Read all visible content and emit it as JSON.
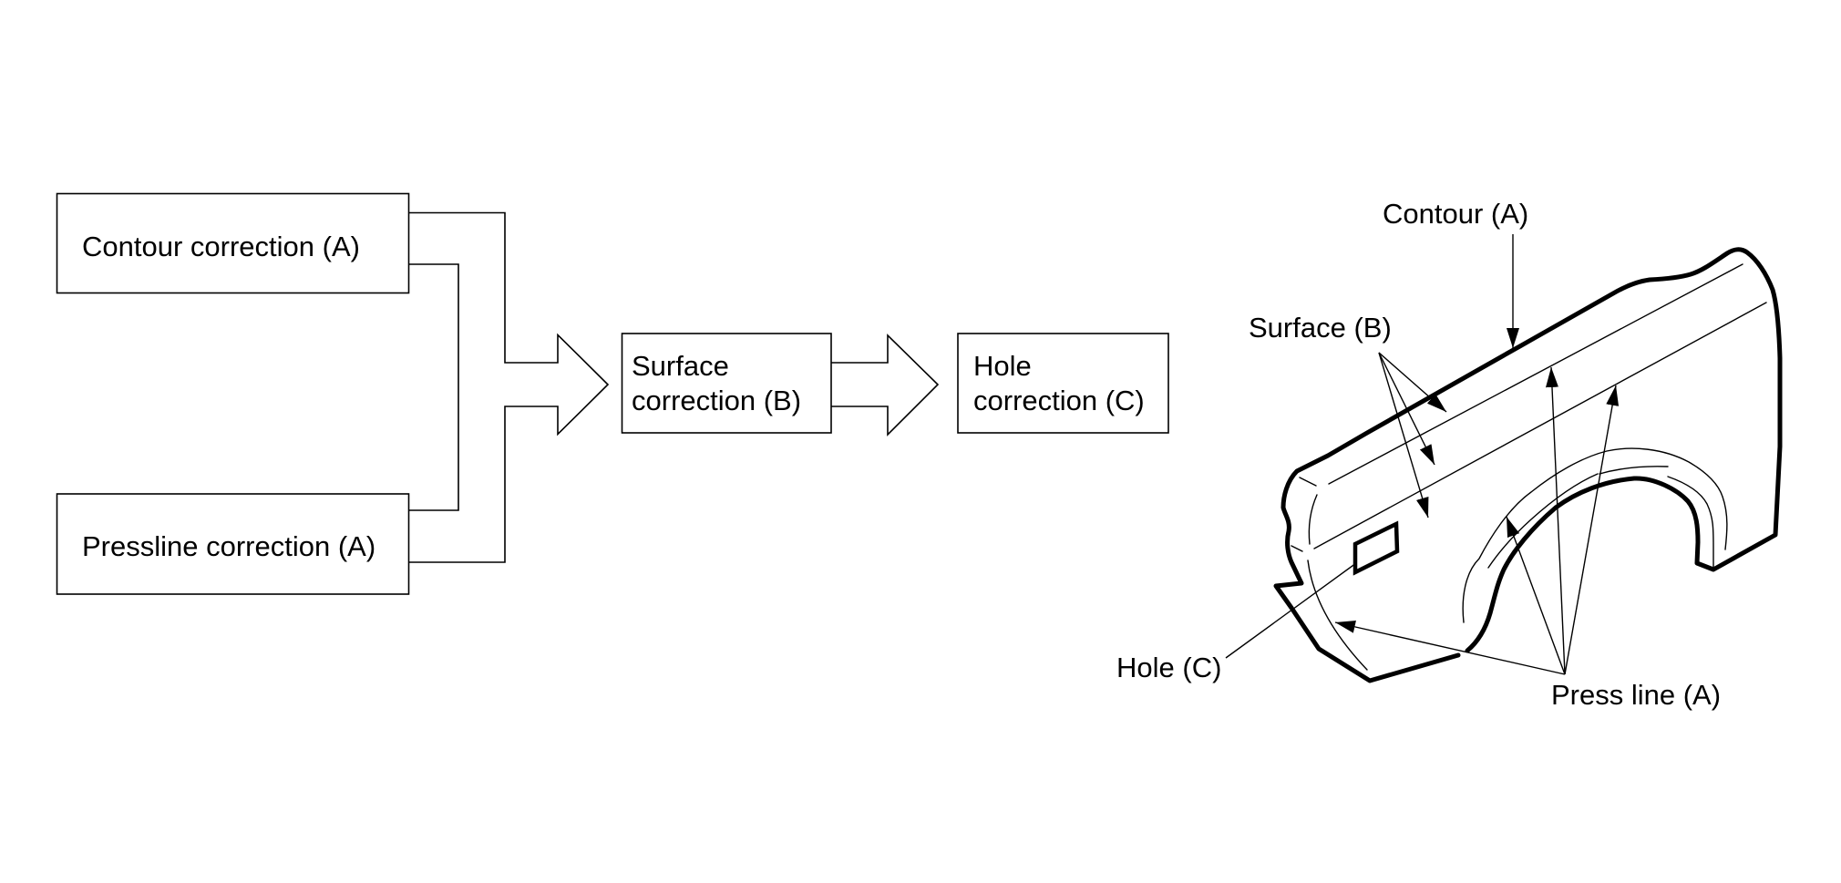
{
  "flowchart": {
    "steps": [
      {
        "id": "contour",
        "lines": [
          "Contour correction (A)"
        ]
      },
      {
        "id": "pressline",
        "lines": [
          "Pressline correction (A)"
        ]
      },
      {
        "id": "surface",
        "lines": [
          "Surface",
          "correction (B)"
        ]
      },
      {
        "id": "hole",
        "lines": [
          "Hole",
          "correction (C)"
        ]
      }
    ],
    "flow": [
      {
        "from": [
          "contour",
          "pressline"
        ],
        "to": "surface"
      },
      {
        "from": [
          "surface"
        ],
        "to": "hole"
      }
    ]
  },
  "illustration": {
    "subject": "front fender",
    "callouts": {
      "contour": "Contour (A)",
      "surface": "Surface (B)",
      "hole": "Hole (C)",
      "press_line": "Press line (A)"
    }
  },
  "colors": {
    "ink": "#000000",
    "background": "#ffffff"
  }
}
